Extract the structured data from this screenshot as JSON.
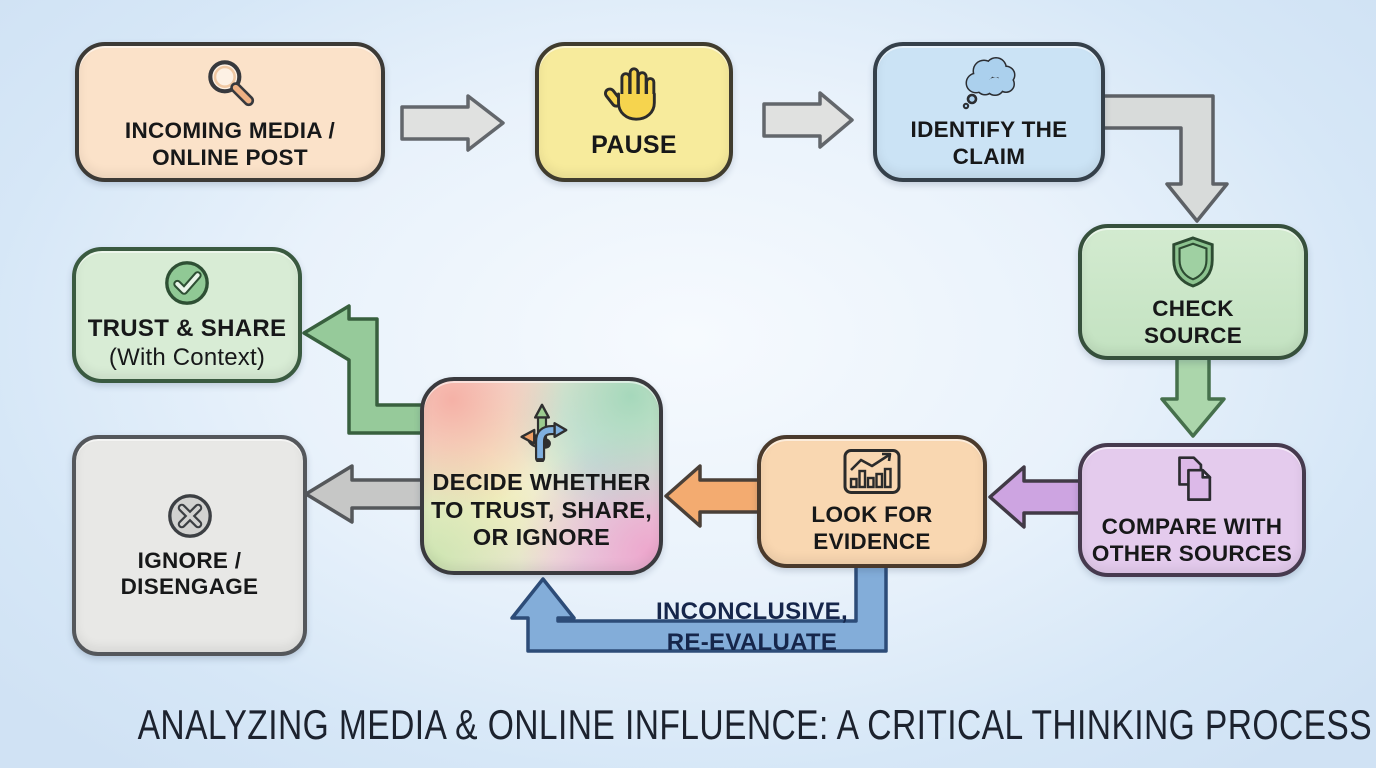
{
  "title": "ANALYZING MEDIA & ONLINE INFLUENCE: A CRITICAL THINKING PROCESS",
  "nodes": {
    "incoming": {
      "line1": "INCOMING MEDIA /",
      "line2": "ONLINE POST",
      "icon": "magnifier-icon",
      "fill": "#fbe2c9"
    },
    "pause": {
      "line1": "PAUSE",
      "icon": "raised-hand-icon",
      "fill": "#f7eb9c"
    },
    "identify": {
      "line1": "IDENTIFY THE",
      "line2": "CLAIM",
      "icon": "thought-cloud-icon",
      "fill": "#cbe3f5"
    },
    "check_source": {
      "line1": "CHECK",
      "line2": "SOURCE",
      "icon": "shield-icon",
      "fill": "#cde8cb"
    },
    "compare": {
      "line1": "COMPARE WITH",
      "line2": "OTHER SOURCES",
      "icon": "documents-icon",
      "fill": "#e4cbed"
    },
    "evidence": {
      "line1": "LOOK FOR",
      "line2": "EVIDENCE",
      "icon": "evidence-chart-icon",
      "fill": "#f9d7b1"
    },
    "decide": {
      "line1": "DECIDE WHETHER",
      "line2": "TO TRUST, SHARE,",
      "line3": "OR IGNORE",
      "icon": "branching-arrows-icon",
      "fill": "rainbow-gradient"
    },
    "trust": {
      "line1": "TRUST & SHARE",
      "line2": "(With Context)",
      "icon": "check-circle-icon",
      "fill": "#d8ecd5"
    },
    "ignore": {
      "line1": "IGNORE /",
      "line2": "DISENGAGE",
      "icon": "x-circle-icon",
      "fill": "#e8e8e6"
    }
  },
  "loop_label": {
    "line1": "INCONCLUSIVE,",
    "line2": "RE-EVALUATE"
  },
  "edges": [
    {
      "name": "incoming-to-pause",
      "color": "#e0e1e0"
    },
    {
      "name": "pause-to-identify",
      "color": "#e0e1e0"
    },
    {
      "name": "identify-to-check",
      "color": "#d8dbda"
    },
    {
      "name": "check-to-compare",
      "color": "#abd6ab"
    },
    {
      "name": "compare-to-evidence",
      "color": "#cda4e1"
    },
    {
      "name": "evidence-to-decide",
      "color": "#f3ab70"
    },
    {
      "name": "decide-to-trust",
      "color": "#96ca9a"
    },
    {
      "name": "decide-to-ignore",
      "color": "#c6c7c6"
    },
    {
      "name": "evidence-loop-to-decide",
      "color": "#83add9"
    }
  ],
  "colors": {
    "background_center": "#f6fafe",
    "background_edge": "#d0e2f4",
    "title_text": "#1c222e",
    "node_text": "#171819",
    "loop_label_text": "#16264b"
  }
}
